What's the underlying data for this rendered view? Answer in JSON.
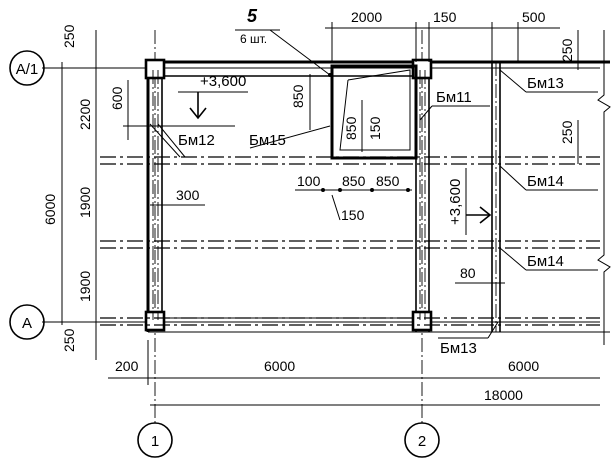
{
  "axes": {
    "a1": "А/1",
    "a": "А",
    "n1": "1",
    "n2": "2"
  },
  "opening": {
    "mark": "5",
    "qty": "6 шт."
  },
  "elevation": {
    "top": "+3,600",
    "side": "+3,600"
  },
  "beams": {
    "bm11": "Бм11",
    "bm12": "Бм12",
    "bm13a": "Бм13",
    "bm13b": "Бм13",
    "bm14a": "Бм14",
    "bm14b": "Бм14",
    "bm15": "Бм15"
  },
  "dims": {
    "top_2000": "2000",
    "top_150": "150",
    "top_500": "500",
    "right_250a": "250",
    "right_250b": "250",
    "left_250top": "250",
    "left_2200": "2200",
    "left_6000": "6000",
    "left_1900a": "1900",
    "left_1900b": "1900",
    "left_250bot": "250",
    "d600": "600",
    "d850a": "850",
    "d850b": "850",
    "d150a": "150",
    "d100": "100",
    "d850c": "850",
    "d850d": "850",
    "d150b": "150",
    "d300": "300",
    "d80": "80",
    "bot_200": "200",
    "bot_6000a": "6000",
    "bot_6000b": "6000",
    "bot_18000": "18000"
  }
}
